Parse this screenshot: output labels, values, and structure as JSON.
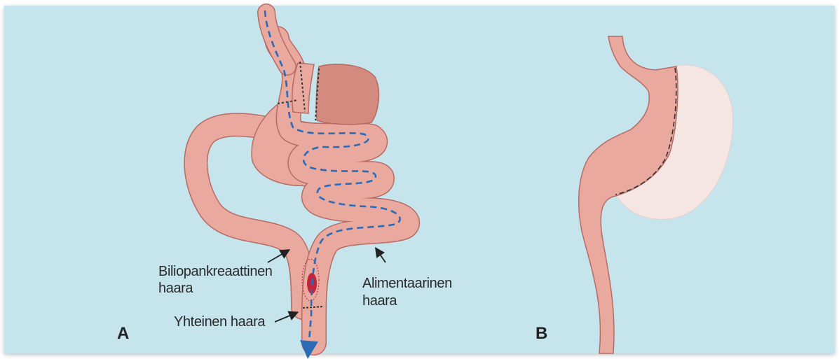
{
  "panels": {
    "a": {
      "letter": "A",
      "labels": {
        "biliopancreatic_line1": "Biliopankreaattinen",
        "biliopancreatic_line2": "haara",
        "alimentary_line1": "Alimentaarinen",
        "alimentary_line2": "haara",
        "common": "Yhteinen haara"
      }
    },
    "b": {
      "letter": "B"
    }
  },
  "colors": {
    "background": "#c6e4ec",
    "intestine_fill": "#e9a99f",
    "intestine_stroke": "#b76b63",
    "stomach_pouch_fill": "#d38a7f",
    "food_path_arrow": "#2a6bb8",
    "staple_line": "#333333",
    "bile_marker": "#c4233a",
    "removed_stomach": "#f5e6e4"
  }
}
